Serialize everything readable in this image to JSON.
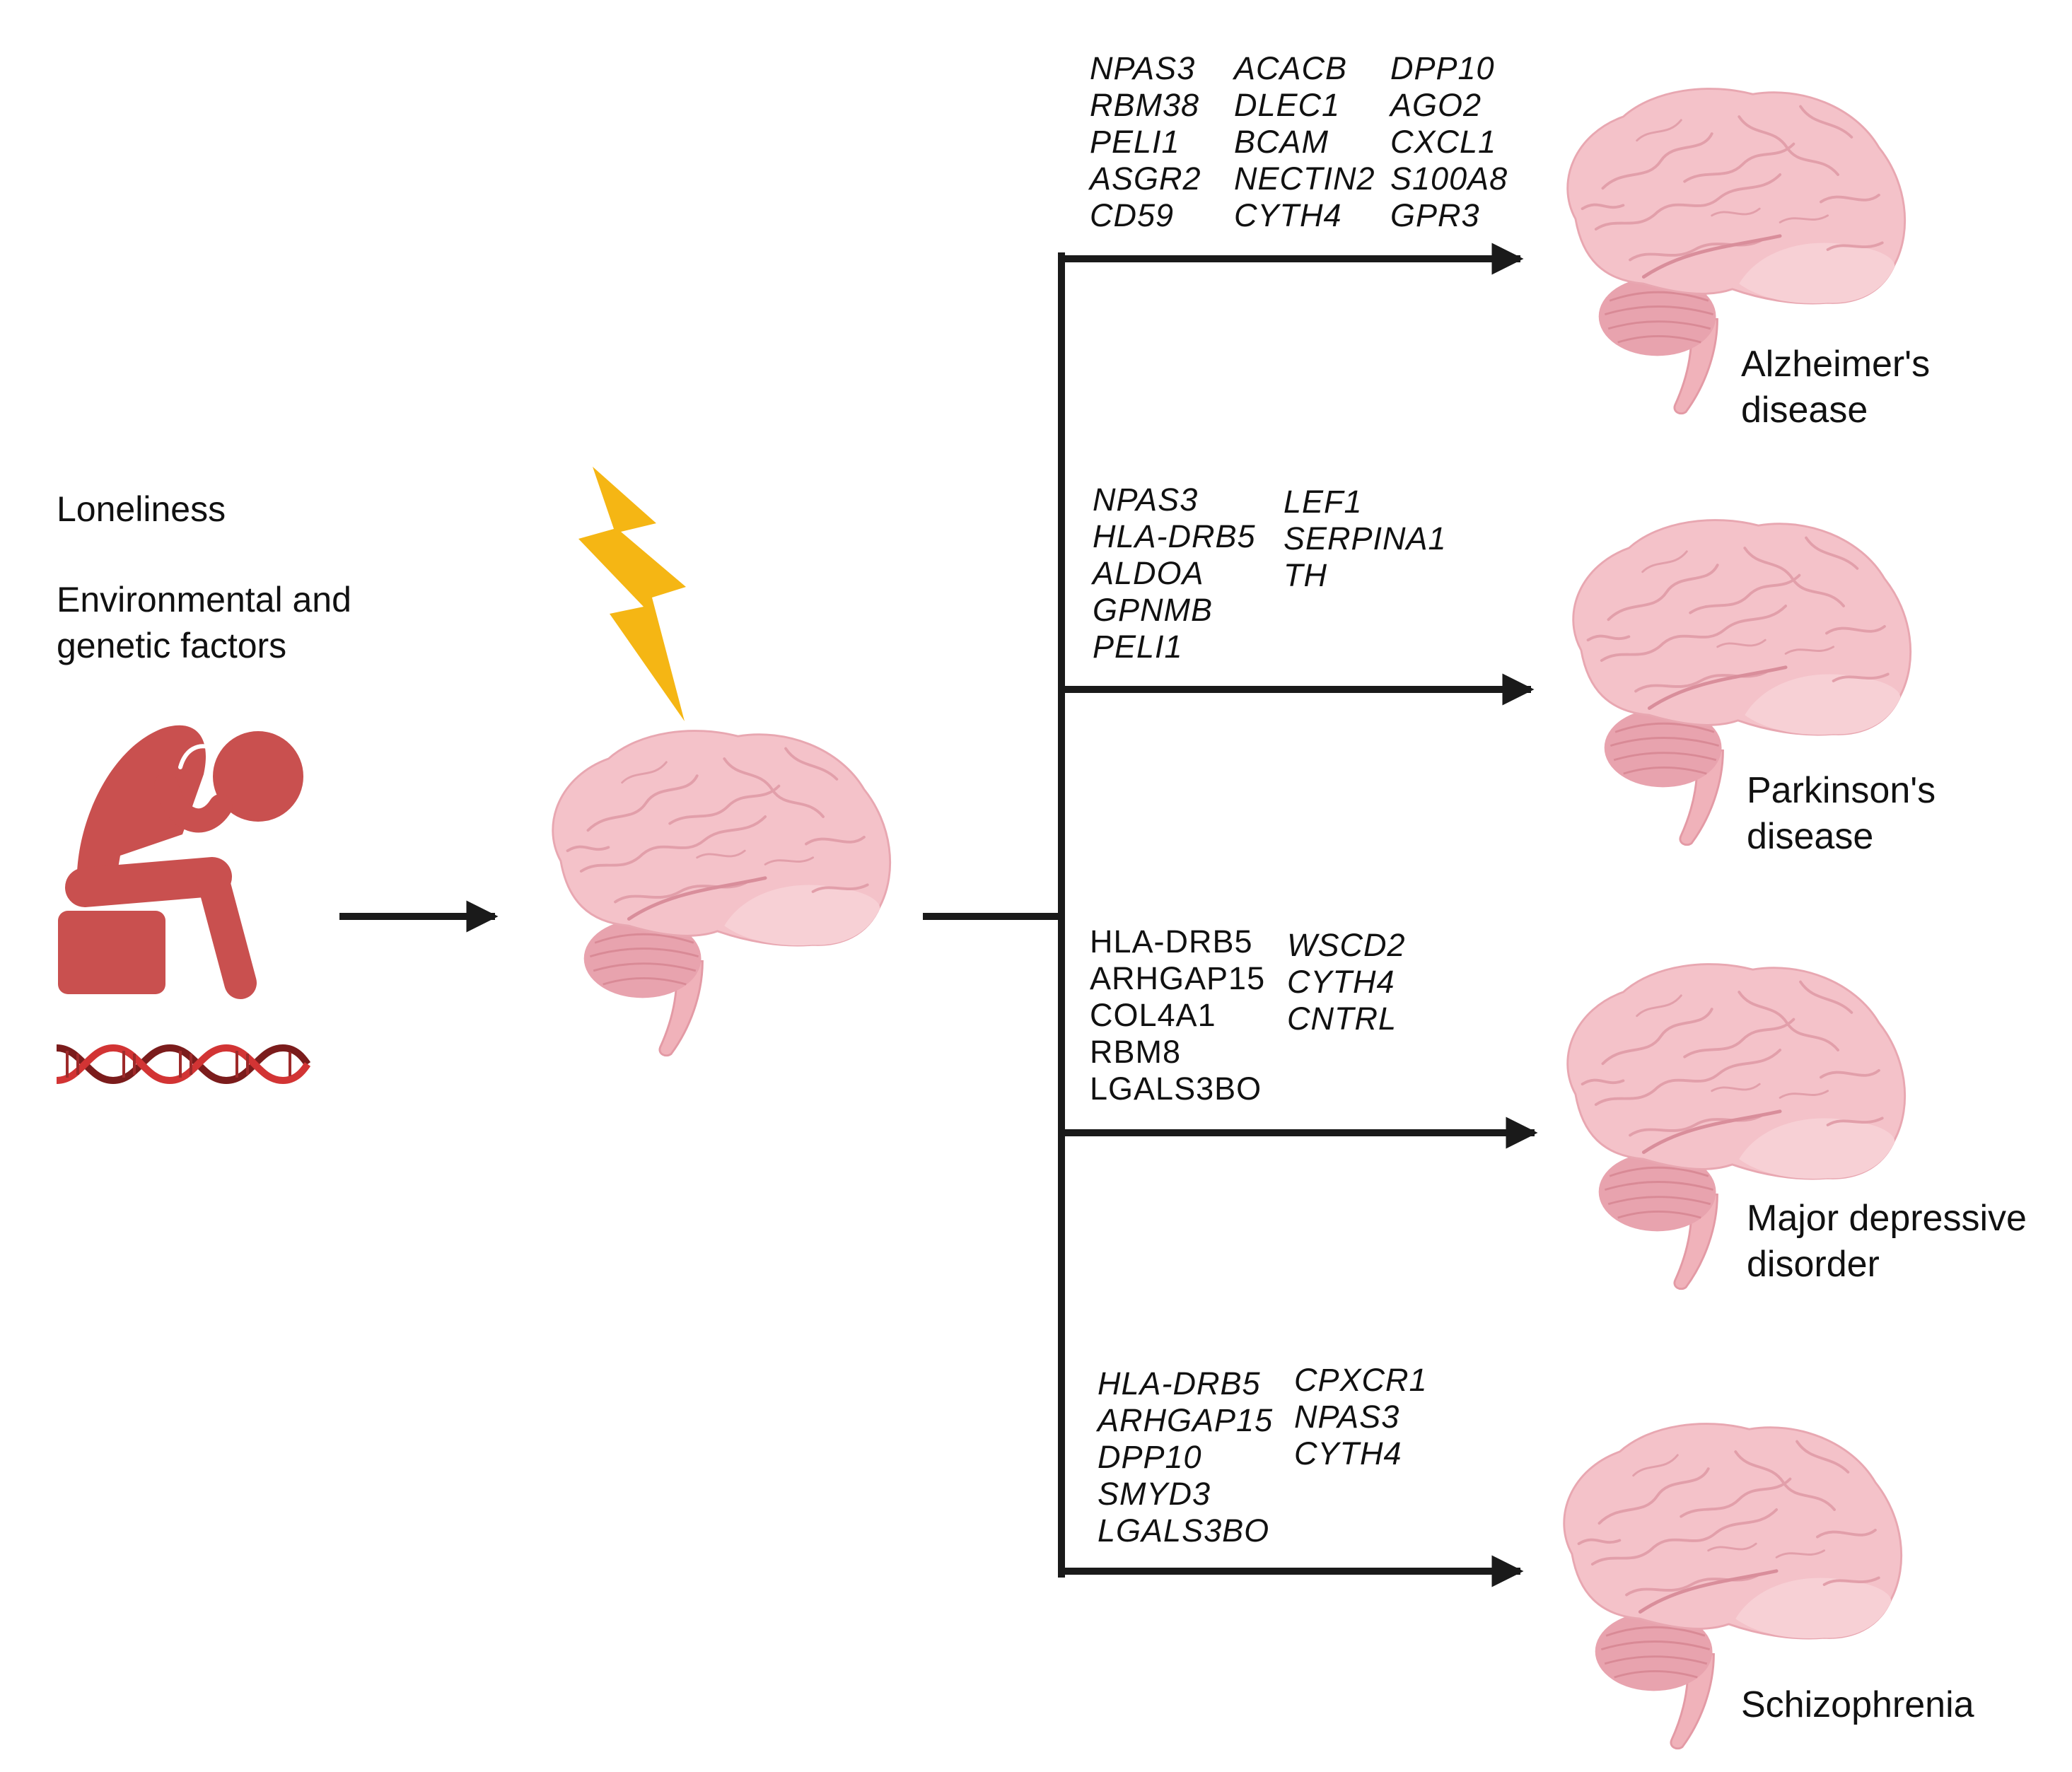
{
  "factors": [
    "Loneliness",
    "Environmental and",
    "genetic factors"
  ],
  "colors": {
    "person": "#C9504F",
    "dna_dark": "#7B1C1C",
    "dna_light": "#D23434",
    "lightning": "#F5B614",
    "brain": "#F2B9C0",
    "brain_dark": "#E49AA5",
    "arrow": "#1A1A1A"
  },
  "icons": [
    "sad-person-icon",
    "dna-icon",
    "lightning-icon",
    "brain-icon"
  ],
  "branches": [
    {
      "disease": [
        "Alzheimer's",
        "disease"
      ],
      "gene_columns": [
        {
          "italic": true,
          "genes": [
            "NPAS3",
            "RBM38",
            "PELI1",
            "ASGR2",
            "CD59"
          ]
        },
        {
          "italic": true,
          "genes": [
            "ACACB",
            "DLEC1",
            "BCAM",
            "NECTIN2",
            "CYTH4"
          ]
        },
        {
          "italic": true,
          "genes": [
            "DPP10",
            "AGO2",
            "CXCL1",
            "S100A8",
            "GPR3"
          ]
        }
      ]
    },
    {
      "disease": [
        "Parkinson's",
        "disease"
      ],
      "gene_columns": [
        {
          "italic": true,
          "genes": [
            "NPAS3",
            "HLA-DRB5",
            "ALDOA",
            "GPNMB",
            "PELI1"
          ]
        },
        {
          "italic": true,
          "genes": [
            "LEF1",
            "SERPINA1",
            "TH"
          ]
        }
      ]
    },
    {
      "disease": [
        "Major depressive",
        "disorder"
      ],
      "gene_columns": [
        {
          "italic": false,
          "genes": [
            "HLA-DRB5",
            "ARHGAP15",
            "COL4A1",
            "RBM8",
            "LGALS3BO"
          ]
        },
        {
          "italic": true,
          "genes": [
            "WSCD2",
            "CYTH4",
            "CNTRL"
          ]
        }
      ]
    },
    {
      "disease": [
        "Schizophrenia"
      ],
      "gene_columns": [
        {
          "italic": true,
          "genes": [
            "HLA-DRB5",
            "ARHGAP15",
            "DPP10",
            "SMYD3",
            "LGALS3BO"
          ]
        },
        {
          "italic": true,
          "genes": [
            "CPXCR1",
            "NPAS3",
            "CYTH4"
          ]
        }
      ]
    }
  ]
}
